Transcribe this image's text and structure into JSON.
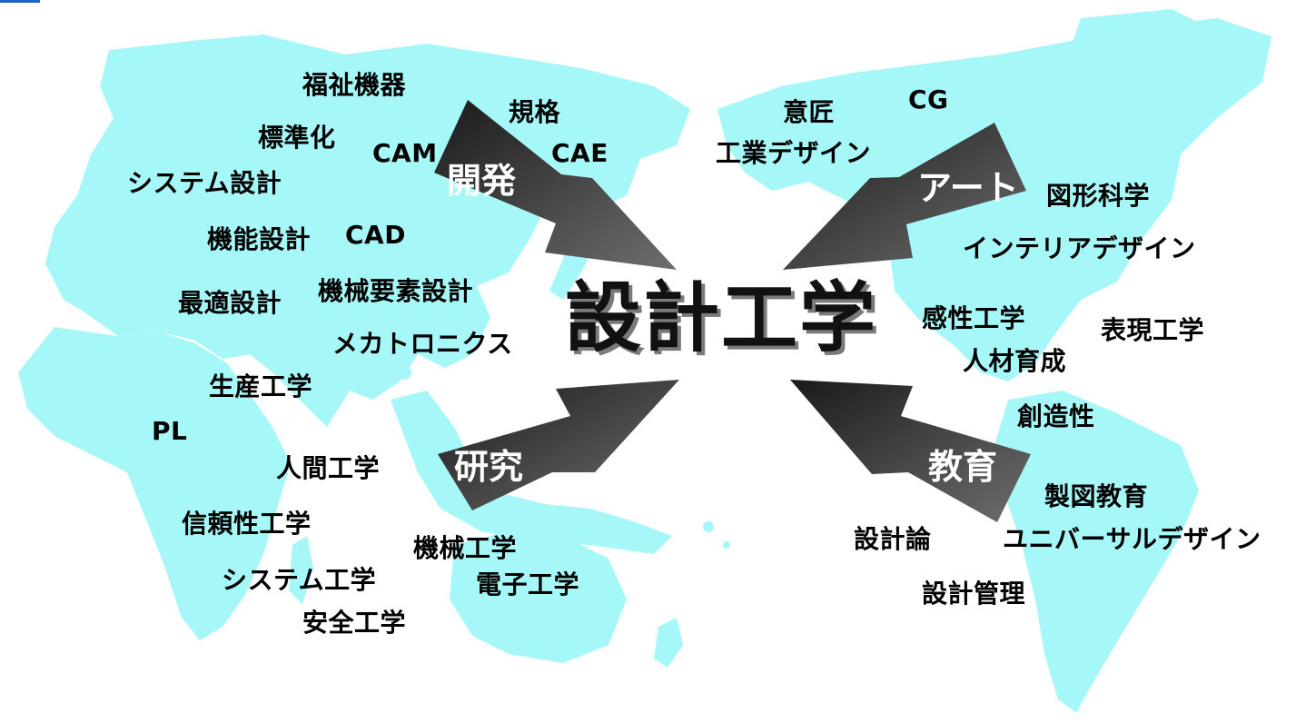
{
  "center_title": "設計工学",
  "categories": {
    "development": "開発",
    "art": "アート",
    "research": "研究",
    "education": "教育"
  },
  "keywords": {
    "fukushi_kiki": "福祉機器",
    "kikaku": "規格",
    "hyojunka": "標準化",
    "cam": "CAM",
    "cae": "CAE",
    "system_sekkei": "システム設計",
    "kino_sekkei": "機能設計",
    "cad": "CAD",
    "kikai_yoso_sekkei": "機械要素設計",
    "saiteki_sekkei": "最適設計",
    "mechatronics": "メカトロニクス",
    "seisan_kogaku": "生産工学",
    "pl": "PL",
    "ningen_kogaku": "人間工学",
    "shinraisei_kogaku": "信頼性工学",
    "kikai_kogaku": "機械工学",
    "system_kogaku": "システム工学",
    "denshi_kogaku": "電子工学",
    "anzen_kogaku": "安全工学",
    "isho": "意匠",
    "cg": "CG",
    "kogyo_design": "工業デザイン",
    "zukei_kagaku": "図形科学",
    "interior_design": "インテリアデザイン",
    "kansei_kogaku": "感性工学",
    "hyogen_kogaku": "表現工学",
    "jinzai_ikusei": "人材育成",
    "sozosei": "創造性",
    "seizu_kyoiku": "製図教育",
    "sekkei_ron": "設計論",
    "universal_design": "ユニバーサルデザイン",
    "sekkei_kanri": "設計管理"
  },
  "colors": {
    "map_fill": "#a6f8f8",
    "arrow_dark": "#1a1a1a",
    "arrow_light": "#6e6e6e",
    "corner_accent": "#1f5fcf"
  }
}
